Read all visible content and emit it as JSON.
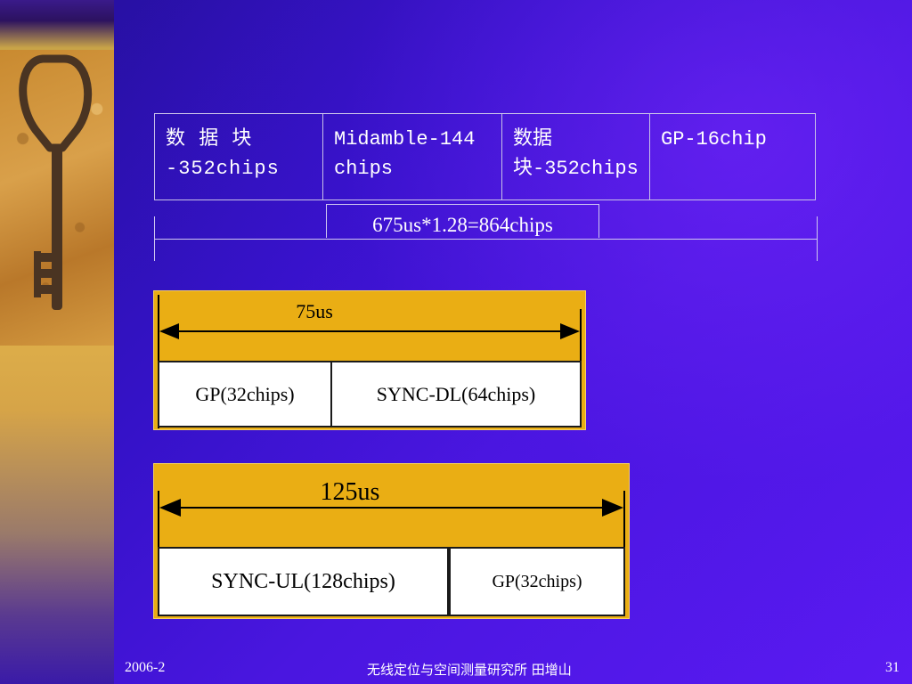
{
  "table": {
    "cells": [
      "数 据 块 -352chips",
      "Midamble-144 chips",
      "数据块-352chips",
      "GP-16chip"
    ]
  },
  "span_label": "675us*1.28=864chips",
  "dl_diagram": {
    "duration": "75us",
    "cells": [
      "GP(32chips)",
      "SYNC-DL(64chips)"
    ]
  },
  "ul_diagram": {
    "duration": "125us",
    "cells": [
      "SYNC-UL(128chips)",
      "GP(32chips)"
    ]
  },
  "footer": {
    "date": "2006-2",
    "org": "无线定位与空间测量研究所 田增山",
    "page": "31"
  },
  "colors": {
    "background": "#3a10c0",
    "diagram_fill": "#eaae14"
  },
  "icons": {
    "left_image": "key-photo"
  }
}
